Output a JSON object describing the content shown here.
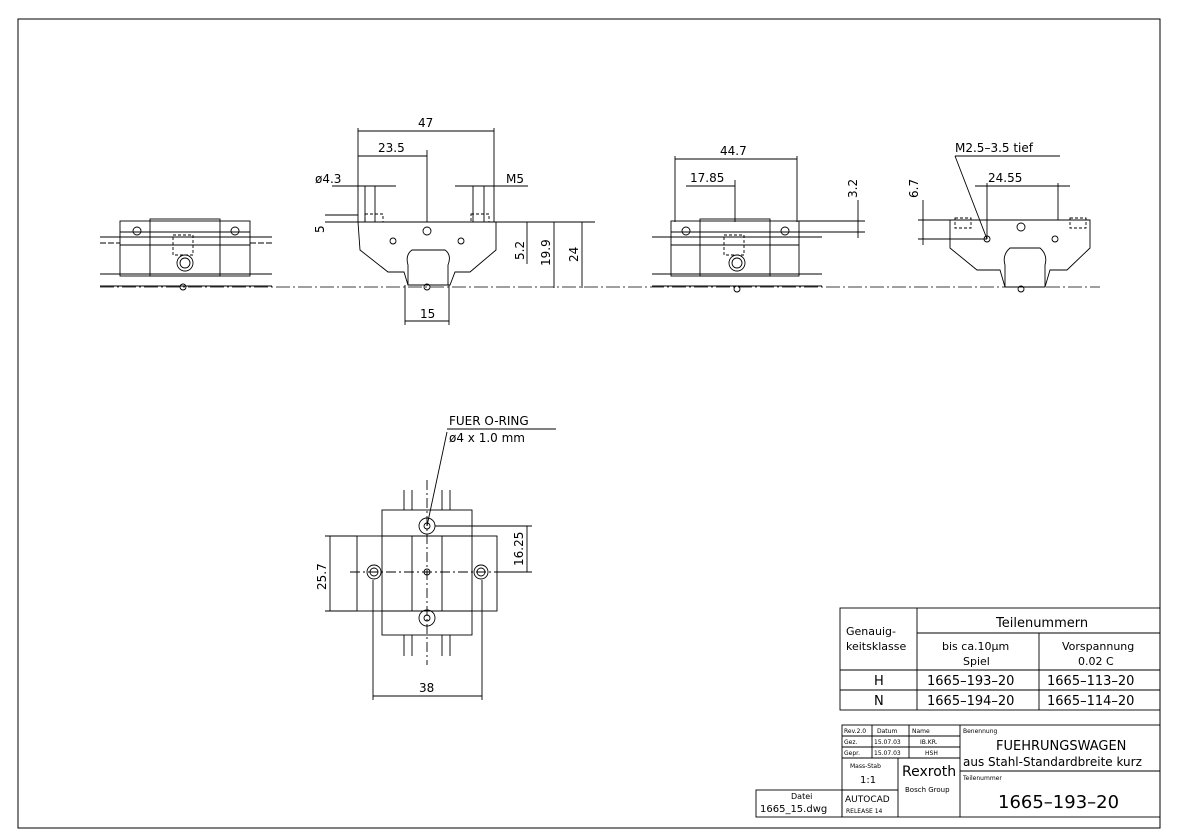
{
  "dimensions": {
    "width_47": "47",
    "width_23_5": "23.5",
    "dia_4_3": "ø4.3",
    "thread_m5": "M5",
    "h_5": "5",
    "h_5_2": "5.2",
    "h_19_9": "19.9",
    "h_24": "24",
    "w_15": "15",
    "width_44_7": "44.7",
    "width_17_85": "17.85",
    "h_3_2": "3.2",
    "thread_m2_5": "M2.5–3.5 tief",
    "width_24_55": "24.55",
    "h_6_7": "6.7",
    "oring_line1": "FUER O-RING",
    "oring_line2": "ø4 x 1.0 mm",
    "h_25_7": "25.7",
    "h_16_25": "16.25",
    "w_38": "38"
  },
  "parts_table": {
    "class_header_1": "Genauig-",
    "class_header_2": "keitsklasse",
    "group_header": "Teilenummern",
    "col1_header_1": "bis ca.10µm",
    "col1_header_2": "Spiel",
    "col2_header_1": "Vorspannung",
    "col2_header_2": "0.02 C",
    "rows": [
      {
        "class": "H",
        "spiel": "1665–193–20",
        "vorspannung": "1665–113–20"
      },
      {
        "class": "N",
        "spiel": "1665–194–20",
        "vorspannung": "1665–114–20"
      }
    ]
  },
  "title_block": {
    "rev": "Rev.2.0",
    "datum_label": "Datum",
    "name_label": "Name",
    "gez_label": "Gez.",
    "gez_date": "15.07.03",
    "gez_name": "IB.KR.",
    "gepr_label": "Gepr.",
    "gepr_date": "15.07.03",
    "gepr_name": "HSH",
    "mass_stab_label": "Mass-Stab",
    "mass_stab_value": "1:1",
    "company": "Rexroth",
    "company_sub": "Bosch Group",
    "benennung_label": "Benennung",
    "title_line1": "FUEHRUNGSWAGEN",
    "title_line2": "aus Stahl-Standardbreite kurz",
    "teilenummer_label": "Teilenummer",
    "part_number": "1665–193–20",
    "datei_label": "Datei",
    "datei_value": "1665_15.dwg",
    "cad_label": "AUTOCAD",
    "cad_release": "RELEASE 14"
  }
}
